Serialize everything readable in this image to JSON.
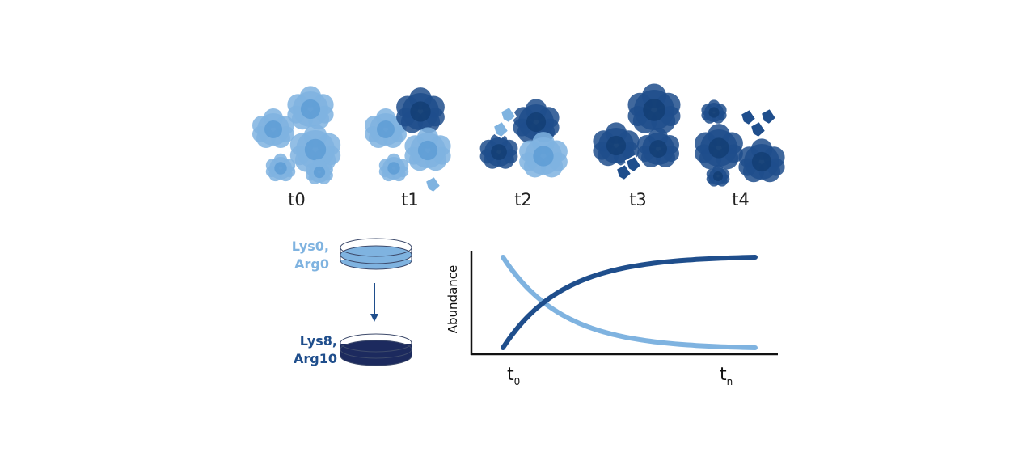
{
  "colors": {
    "light": "#7fb3e0",
    "light_core": "#5b9bd5",
    "dark": "#1f4e8c",
    "dark_core": "#123d73",
    "dish_dark": "#1c2a5e",
    "axis": "#111111"
  },
  "timepoints": [
    "t0",
    "t1",
    "t2",
    "t3",
    "t4"
  ],
  "media": {
    "light_line1": "Lys0,",
    "light_line2": "Arg0",
    "heavy_line1": "Lys8,",
    "heavy_line2": "Arg10"
  },
  "chart": {
    "ylabel": "Abundance",
    "x_start_main": "t",
    "x_start_sub": "0",
    "x_end_main": "t",
    "x_end_sub": "n"
  },
  "chart_data": {
    "type": "line",
    "ylabel": "Abundance",
    "xlabel": "",
    "x_ticks": [
      "t0",
      "tn"
    ],
    "series": [
      {
        "color": "#1f4e8c",
        "shape": "rising-saturating"
      },
      {
        "color": "#7fb3e0",
        "shape": "decaying"
      }
    ]
  }
}
